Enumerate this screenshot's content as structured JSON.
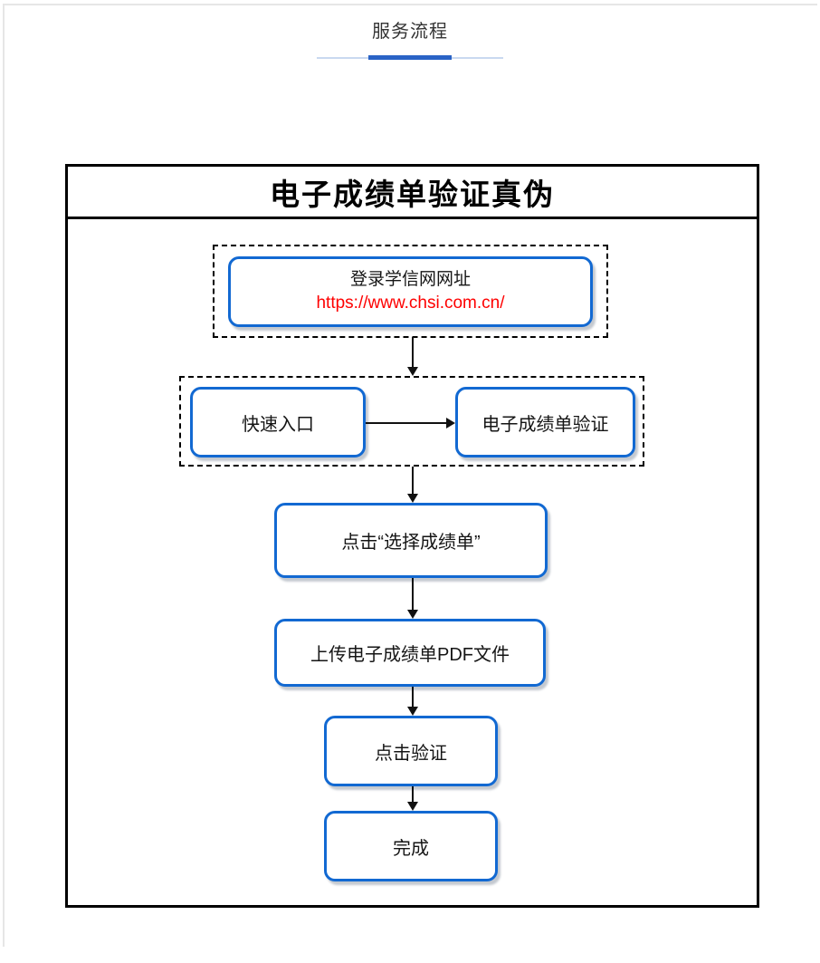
{
  "header": {
    "title": "服务流程"
  },
  "flowchart": {
    "title": "电子成绩单验证真伪",
    "nodes": {
      "login": {
        "label": "登录学信网网址",
        "url": "https://www.chsi.com.cn/"
      },
      "quick_entry": {
        "label": "快速入口"
      },
      "verify_entry": {
        "label": "电子成绩单验证"
      },
      "select_transcript": {
        "label": "点击“选择成绩单”"
      },
      "upload_pdf": {
        "label": "上传电子成绩单PDF文件"
      },
      "click_verify": {
        "label": "点击验证"
      },
      "done": {
        "label": "完成"
      }
    }
  },
  "colors": {
    "accent_blue": "#2a63c6",
    "accent_blue_light": "#c9d9f0",
    "node_border_blue": "#1269d2",
    "url_red": "#fe0000",
    "panel_border_black": "#000000"
  }
}
